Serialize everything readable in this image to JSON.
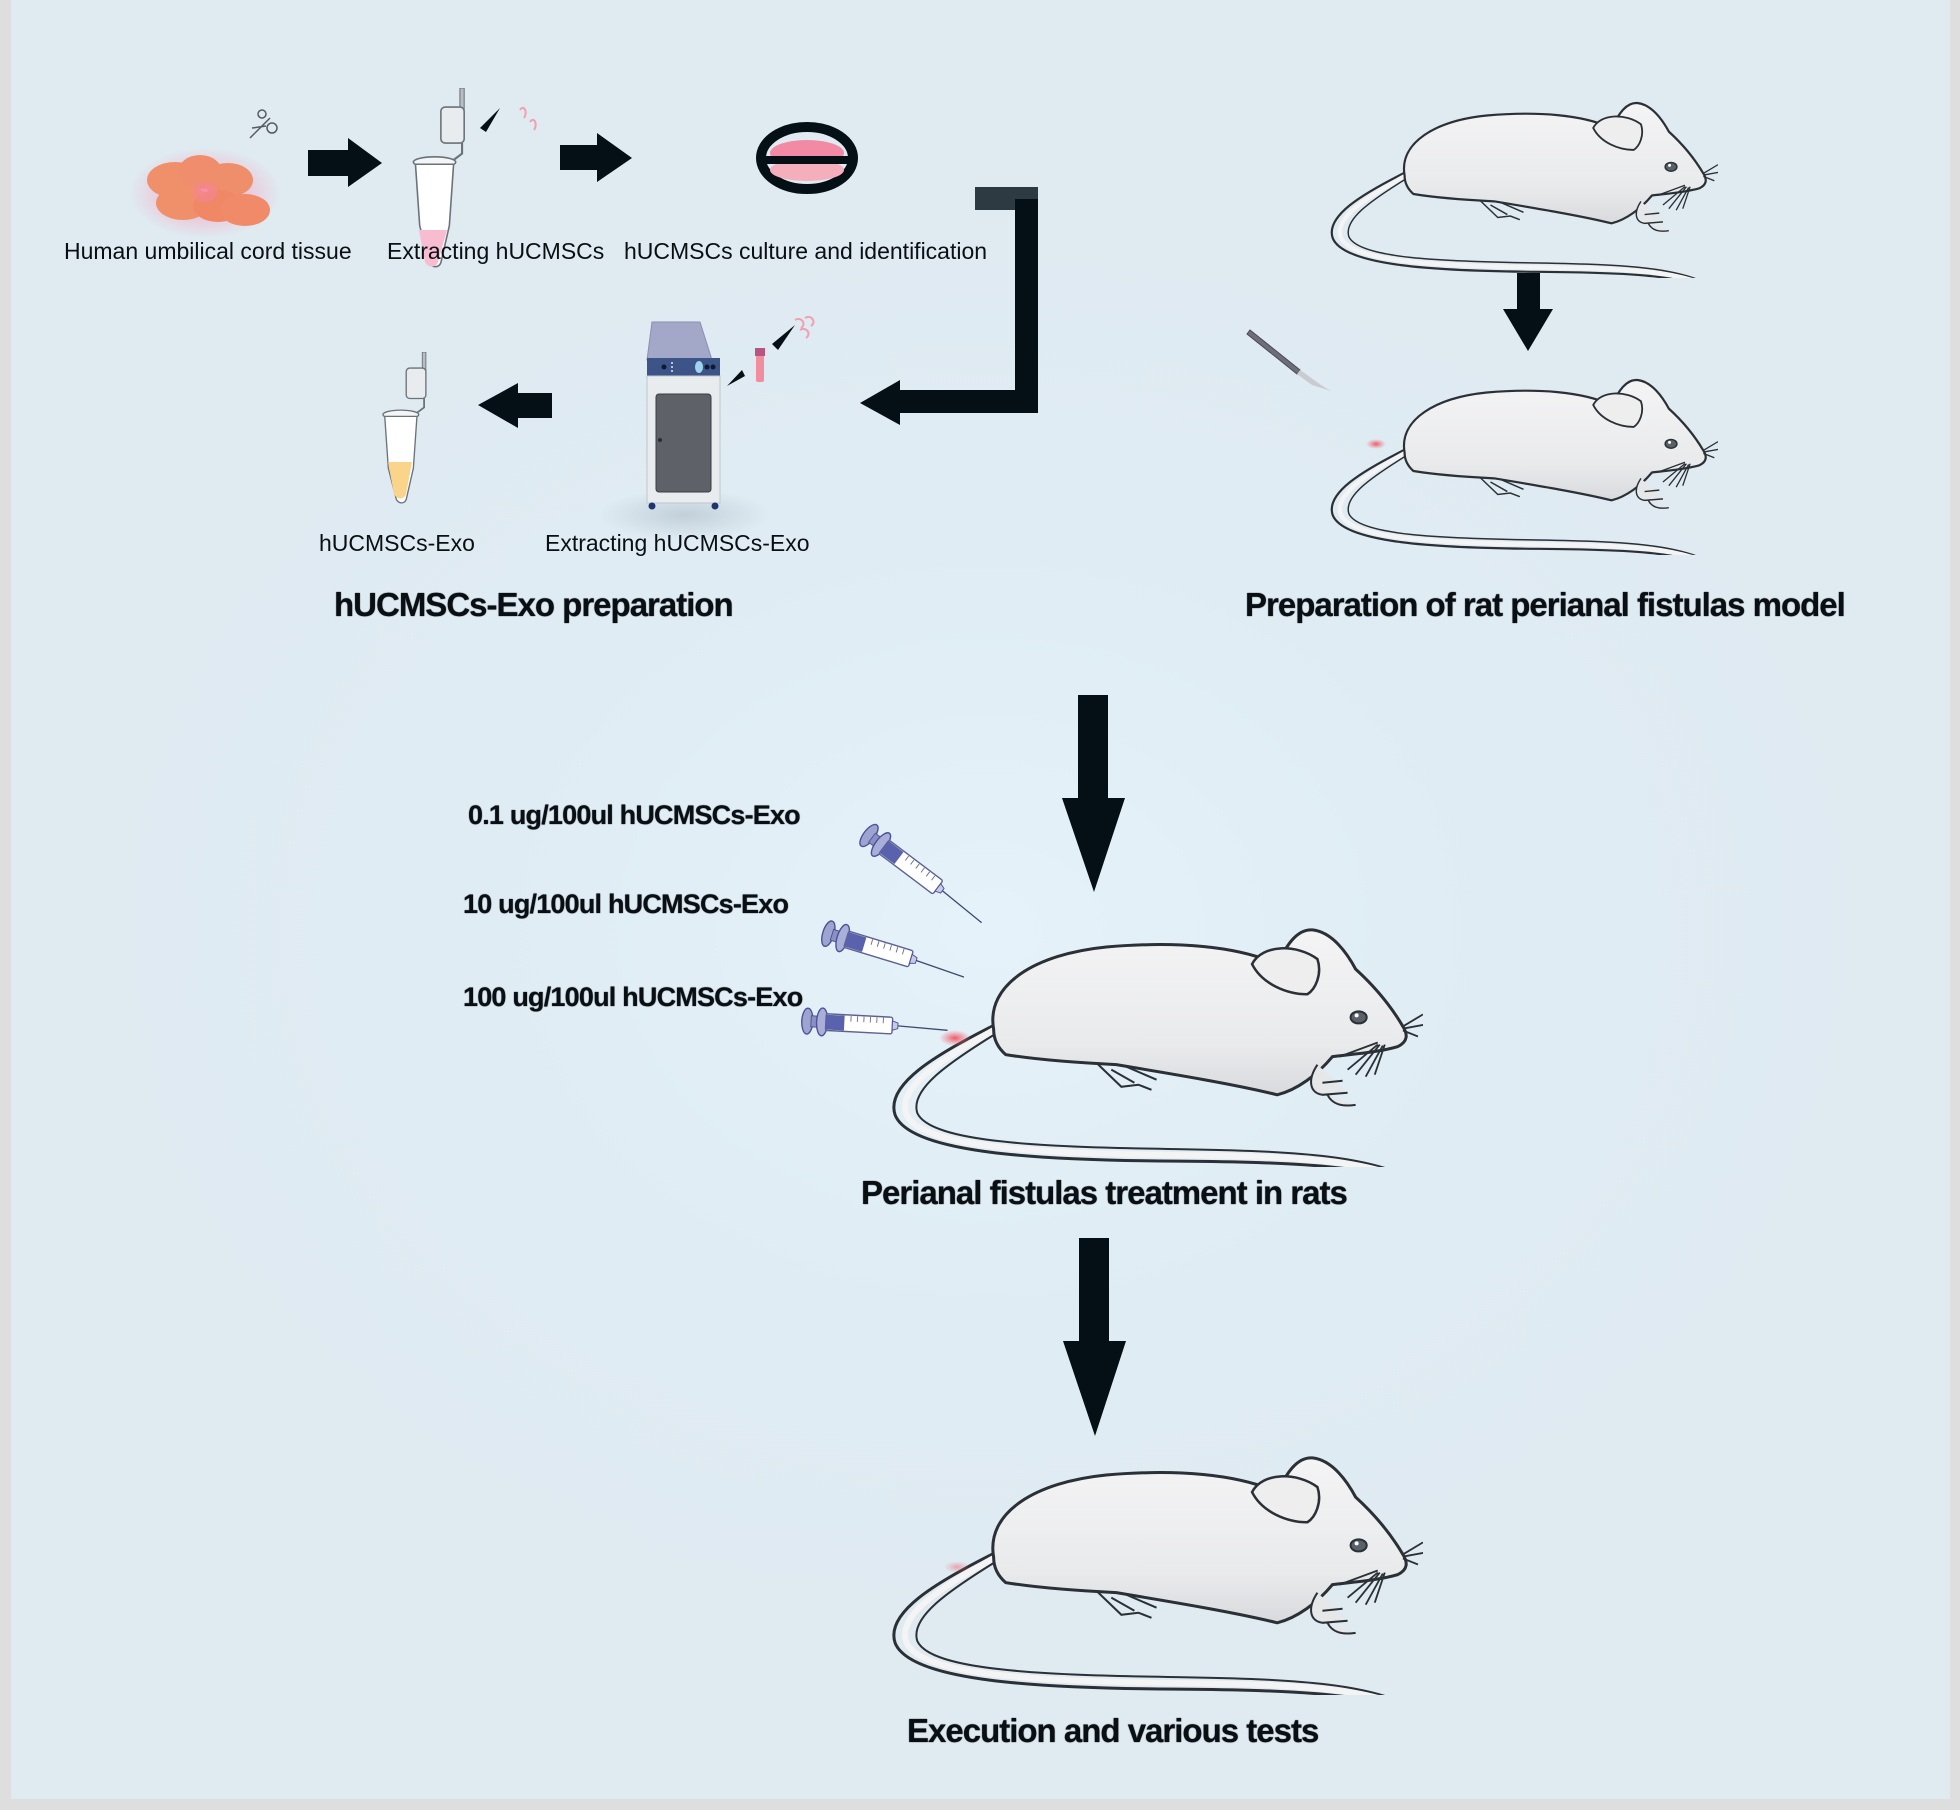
{
  "figure": {
    "top_row": {
      "steps": [
        {
          "label": "Human umbilical cord tissue",
          "icon": "tissue-icon"
        },
        {
          "label": "Extracting hUCMSCs",
          "icon": "centrifuge-tube-icon"
        },
        {
          "label": "hUCMSCs culture and identification",
          "icon": "petri-dish-icon"
        }
      ]
    },
    "second_row": {
      "steps": [
        {
          "label": "hUCMSCs-Exo",
          "icon": "exosome-tube-icon"
        },
        {
          "label": "Extracting hUCMSCs-Exo",
          "icon": "incubator-icon"
        }
      ],
      "section_title": "hUCMSCs-Exo  preparation"
    },
    "model": {
      "section_title": "Preparation of rat perianal fistulas model",
      "icons": [
        "rat-icon",
        "scalpel-icon",
        "rat-with-fistula-icon"
      ]
    },
    "treatment": {
      "doses": [
        "0.1 ug/100ul hUCMSCs-Exo",
        "10 ug/100ul hUCMSCs-Exo",
        "100 ug/100ul hUCMSCs-Exo"
      ],
      "section_title": "Perianal fistulas treatment in rats",
      "icons": [
        "syringe-icon",
        "rat-icon"
      ]
    },
    "final": {
      "section_title": "Execution and various tests",
      "icons": [
        "rat-icon"
      ]
    },
    "colors": {
      "arrow": "#050f16",
      "arrow_cap": "#2e3a42",
      "background": "#e0ebf1",
      "tissue": "#f0906a",
      "fistula_mark": "#f2707a",
      "incubator_panel": "#3d5488"
    }
  }
}
